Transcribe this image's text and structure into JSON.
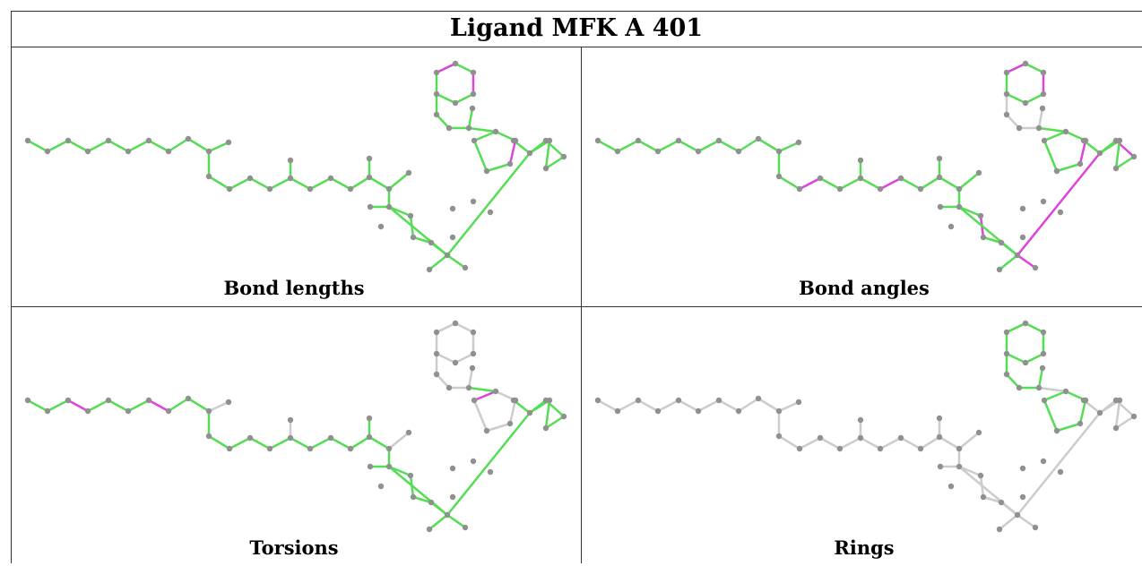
{
  "title": "Ligand MFK A 401",
  "colors": {
    "ok": "#55dd55",
    "outlier": "#dd44dd",
    "neutral": "#cccccc",
    "atom": "#909090"
  },
  "panels": [
    {
      "caption": "Bond lengths",
      "bonds": [
        [
          "chainA",
          "g"
        ],
        [
          "A1",
          "g"
        ],
        [
          "chainB",
          "g"
        ],
        [
          "B1",
          "g"
        ],
        [
          "sideA",
          "g"
        ],
        [
          "sideB",
          "g"
        ],
        [
          "sideC",
          "g"
        ],
        [
          "r6",
          "gmp"
        ],
        [
          "r5",
          "g"
        ],
        [
          "r5b",
          "gp"
        ],
        [
          "linker",
          "g"
        ],
        [
          "tail",
          "g"
        ]
      ]
    },
    {
      "caption": "Bond angles",
      "bonds": [
        [
          "chainA",
          "g"
        ],
        [
          "A1",
          "g"
        ],
        [
          "chainB",
          "gp"
        ],
        [
          "B1",
          "gp"
        ],
        [
          "sideA",
          "gp"
        ],
        [
          "sideB",
          "g"
        ],
        [
          "sideC",
          "gp"
        ],
        [
          "r6",
          "gp"
        ],
        [
          "r5",
          "n"
        ],
        [
          "r5b",
          "gp"
        ],
        [
          "linker",
          "gp"
        ],
        [
          "tail",
          "gp"
        ]
      ]
    },
    {
      "caption": "Torsions",
      "bonds": [
        [
          "chainA",
          "gp"
        ],
        [
          "A1",
          "n"
        ],
        [
          "chainB",
          "g"
        ],
        [
          "B1",
          "n"
        ],
        [
          "sideA",
          "g"
        ],
        [
          "sideB",
          "n"
        ],
        [
          "sideC",
          "g"
        ],
        [
          "r6",
          "n"
        ],
        [
          "r5",
          "n"
        ],
        [
          "r5b",
          "np"
        ],
        [
          "linker",
          "g"
        ],
        [
          "tail",
          "g"
        ]
      ]
    },
    {
      "caption": "Rings",
      "bonds": [
        [
          "chainA",
          "n"
        ],
        [
          "A1",
          "n"
        ],
        [
          "chainB",
          "n"
        ],
        [
          "B1",
          "n"
        ],
        [
          "sideA",
          "n"
        ],
        [
          "sideB",
          "n"
        ],
        [
          "sideC",
          "n"
        ],
        [
          "r6",
          "g"
        ],
        [
          "r5",
          "g"
        ],
        [
          "r5b",
          "g"
        ],
        [
          "linker",
          "n"
        ],
        [
          "tail",
          "n"
        ]
      ]
    }
  ]
}
